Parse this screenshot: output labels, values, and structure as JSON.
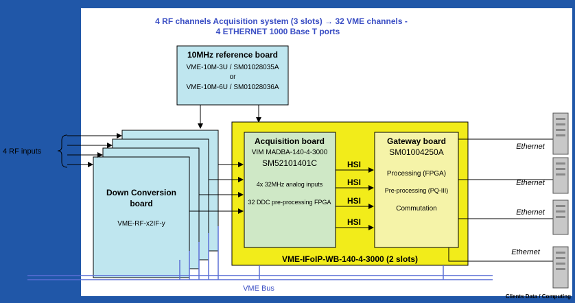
{
  "title": {
    "line1": "4 RF channels  Acquisition system (3 slots) → 32 VME channels -",
    "line2": "4  ETHERNET 1000 Base T ports"
  },
  "reference_board": {
    "title": "10MHz reference board",
    "line1": "VME-10M-3U / SM01028035A",
    "line2": "or",
    "line3": "VME-10M-6U / SM01028036A"
  },
  "rf_inputs_label": "4 RF inputs",
  "down_conversion": {
    "title_line1": "Down Conversion",
    "title_line2": "board",
    "model": "VME-RF-x2IF-y"
  },
  "acquisition": {
    "title": "Acquisition board",
    "line1": "VIM MADBA-140-4-3000",
    "line2": "SM52101401C",
    "line3": "4x 32MHz analog inputs",
    "line4": "32 DDC pre-processing FPGA"
  },
  "hsi_labels": [
    "HSI",
    "HSI",
    "HSI",
    "HSI"
  ],
  "gateway": {
    "title": "Gateway board",
    "part": "SM01004250A",
    "line1": "Processing (FPGA)",
    "line2": "Pre-processing (PQ-III)",
    "line3": "Commutation"
  },
  "ifoip_label": "VME-IFoIP-WB-140-4-3000 (2 slots)",
  "vme_bus_label": "VME Bus",
  "ethernet_labels": [
    "Ethernet",
    "Ethernet",
    "Ethernet",
    "Ethernet"
  ],
  "clients_label": "Clients Data / Computing",
  "colors": {
    "frame_bg": "#2057a8",
    "light_blue_box": "#bfe6ef",
    "yellow_area": "#f2ec1a",
    "acquisition_green": "#cfe8c6",
    "gateway_yellow": "#f5f3a8",
    "title_blue": "#3a4ec4"
  }
}
